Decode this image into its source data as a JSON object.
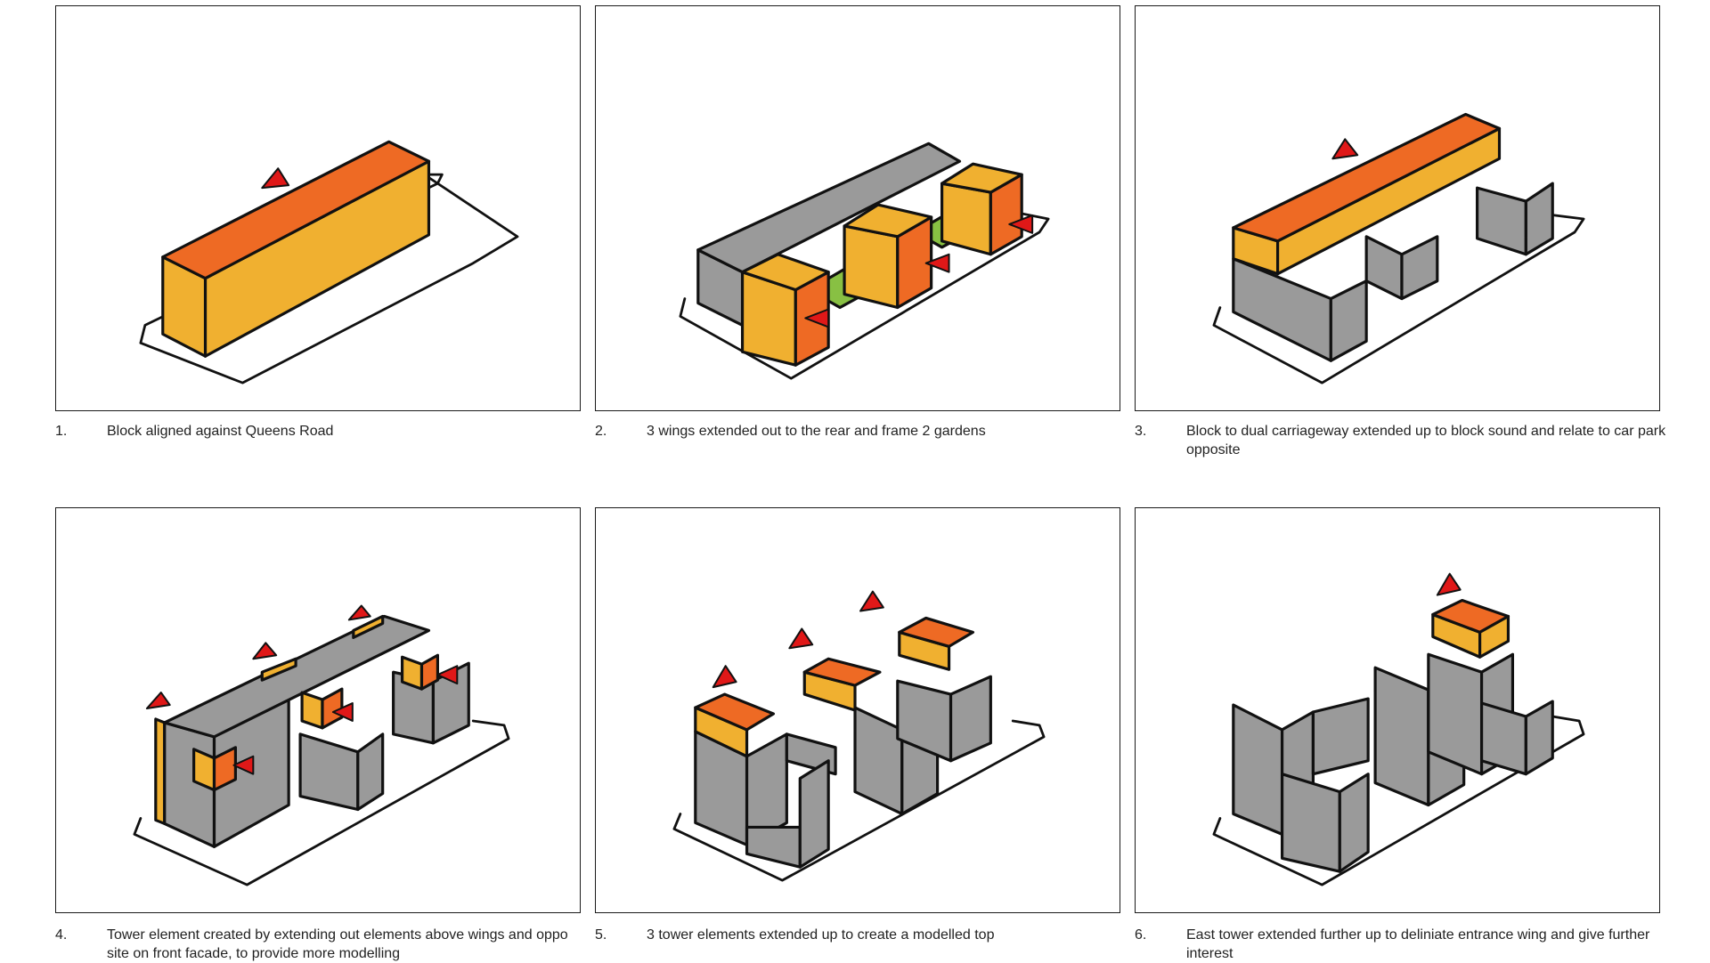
{
  "panels": [
    {
      "num": "1.",
      "caption": "Block aligned against Queens Road"
    },
    {
      "num": "2.",
      "caption": "3 wings extended out to the rear and frame 2 gardens"
    },
    {
      "num": "3.",
      "caption": "Block to dual carriageway extended up to block sound and relate to car park opposite"
    },
    {
      "num": "4.",
      "caption": "Tower element created by extending out elements above wings and oppo site on front facade, to provide more modelling"
    },
    {
      "num": "5.",
      "caption": "3 tower elements extended up to create a modelled top"
    },
    {
      "num": "6.",
      "caption": "East tower extended further up to deliniate entrance wing and give further interest"
    }
  ],
  "colors": {
    "orange_light": "#f0b030",
    "orange_dark": "#ee6a24",
    "grey": "#9a9a9a",
    "green": "#88c043",
    "red_marker": "#e01818"
  }
}
